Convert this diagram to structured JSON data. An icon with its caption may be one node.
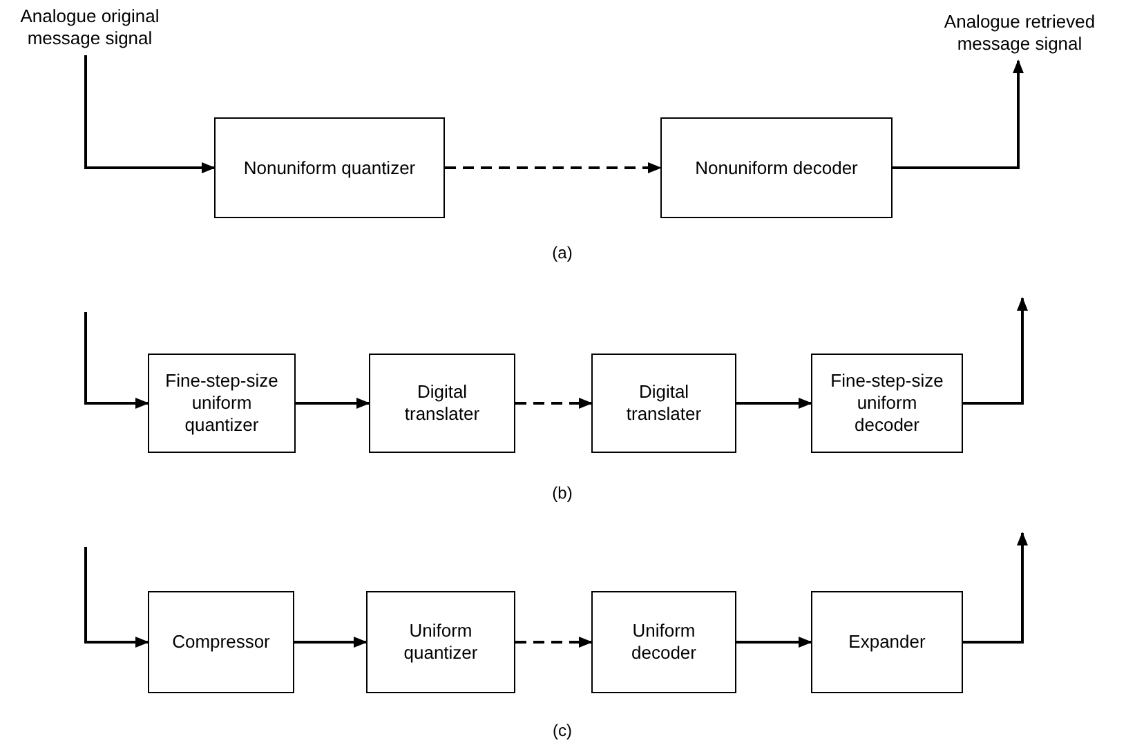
{
  "diagram": {
    "nodes": [
      {
        "text": [
          "Analogue original message signal"
        ]
      },
      {
        "text": [
          "Nonuniform quantizer"
        ]
      },
      {
        "text": [
          "Nonuniform decoder"
        ]
      },
      {
        "text": [
          "Analogue retrieved message signal"
        ]
      },
      {
        "text": [
          "Fine-step-size uniform quantizer"
        ]
      },
      {
        "text": [
          "Digital translater"
        ]
      },
      {
        "text": [
          "Digital translater"
        ]
      },
      {
        "text": [
          "Fine-step-size uniform decoder"
        ]
      },
      {
        "text": [
          "Compressor"
        ]
      },
      {
        "text": [
          "Uniform quantizer"
        ]
      },
      {
        "text": [
          "Uniform decoder"
        ]
      },
      {
        "text": [
          "Expander"
        ]
      }
    ],
    "edges": [
      {
        "from": 0,
        "to": 1,
        "arrow": "to"
      },
      {
        "from": 1,
        "to": 2,
        "arrow": "to",
        "style": "dashed"
      },
      {
        "from": 2,
        "to": 3,
        "arrow": "to"
      },
      {
        "from": null,
        "to": 4,
        "arrow": "to"
      },
      {
        "from": 4,
        "to": 5,
        "arrow": "to"
      },
      {
        "from": 5,
        "to": 6,
        "arrow": "to",
        "style": "dashed"
      },
      {
        "from": 6,
        "to": 7,
        "arrow": "to"
      },
      {
        "from": 7,
        "to": null,
        "arrow": "to"
      },
      {
        "from": null,
        "to": 8,
        "arrow": "to"
      },
      {
        "from": 8,
        "to": 9,
        "arrow": "to"
      },
      {
        "from": 9,
        "to": 10,
        "arrow": "to",
        "style": "dashed"
      },
      {
        "from": 10,
        "to": 11,
        "arrow": "to"
      },
      {
        "from": 11,
        "to": null,
        "arrow": "to"
      }
    ],
    "labels": [
      "(a)",
      "(b)",
      "(c)"
    ]
  }
}
